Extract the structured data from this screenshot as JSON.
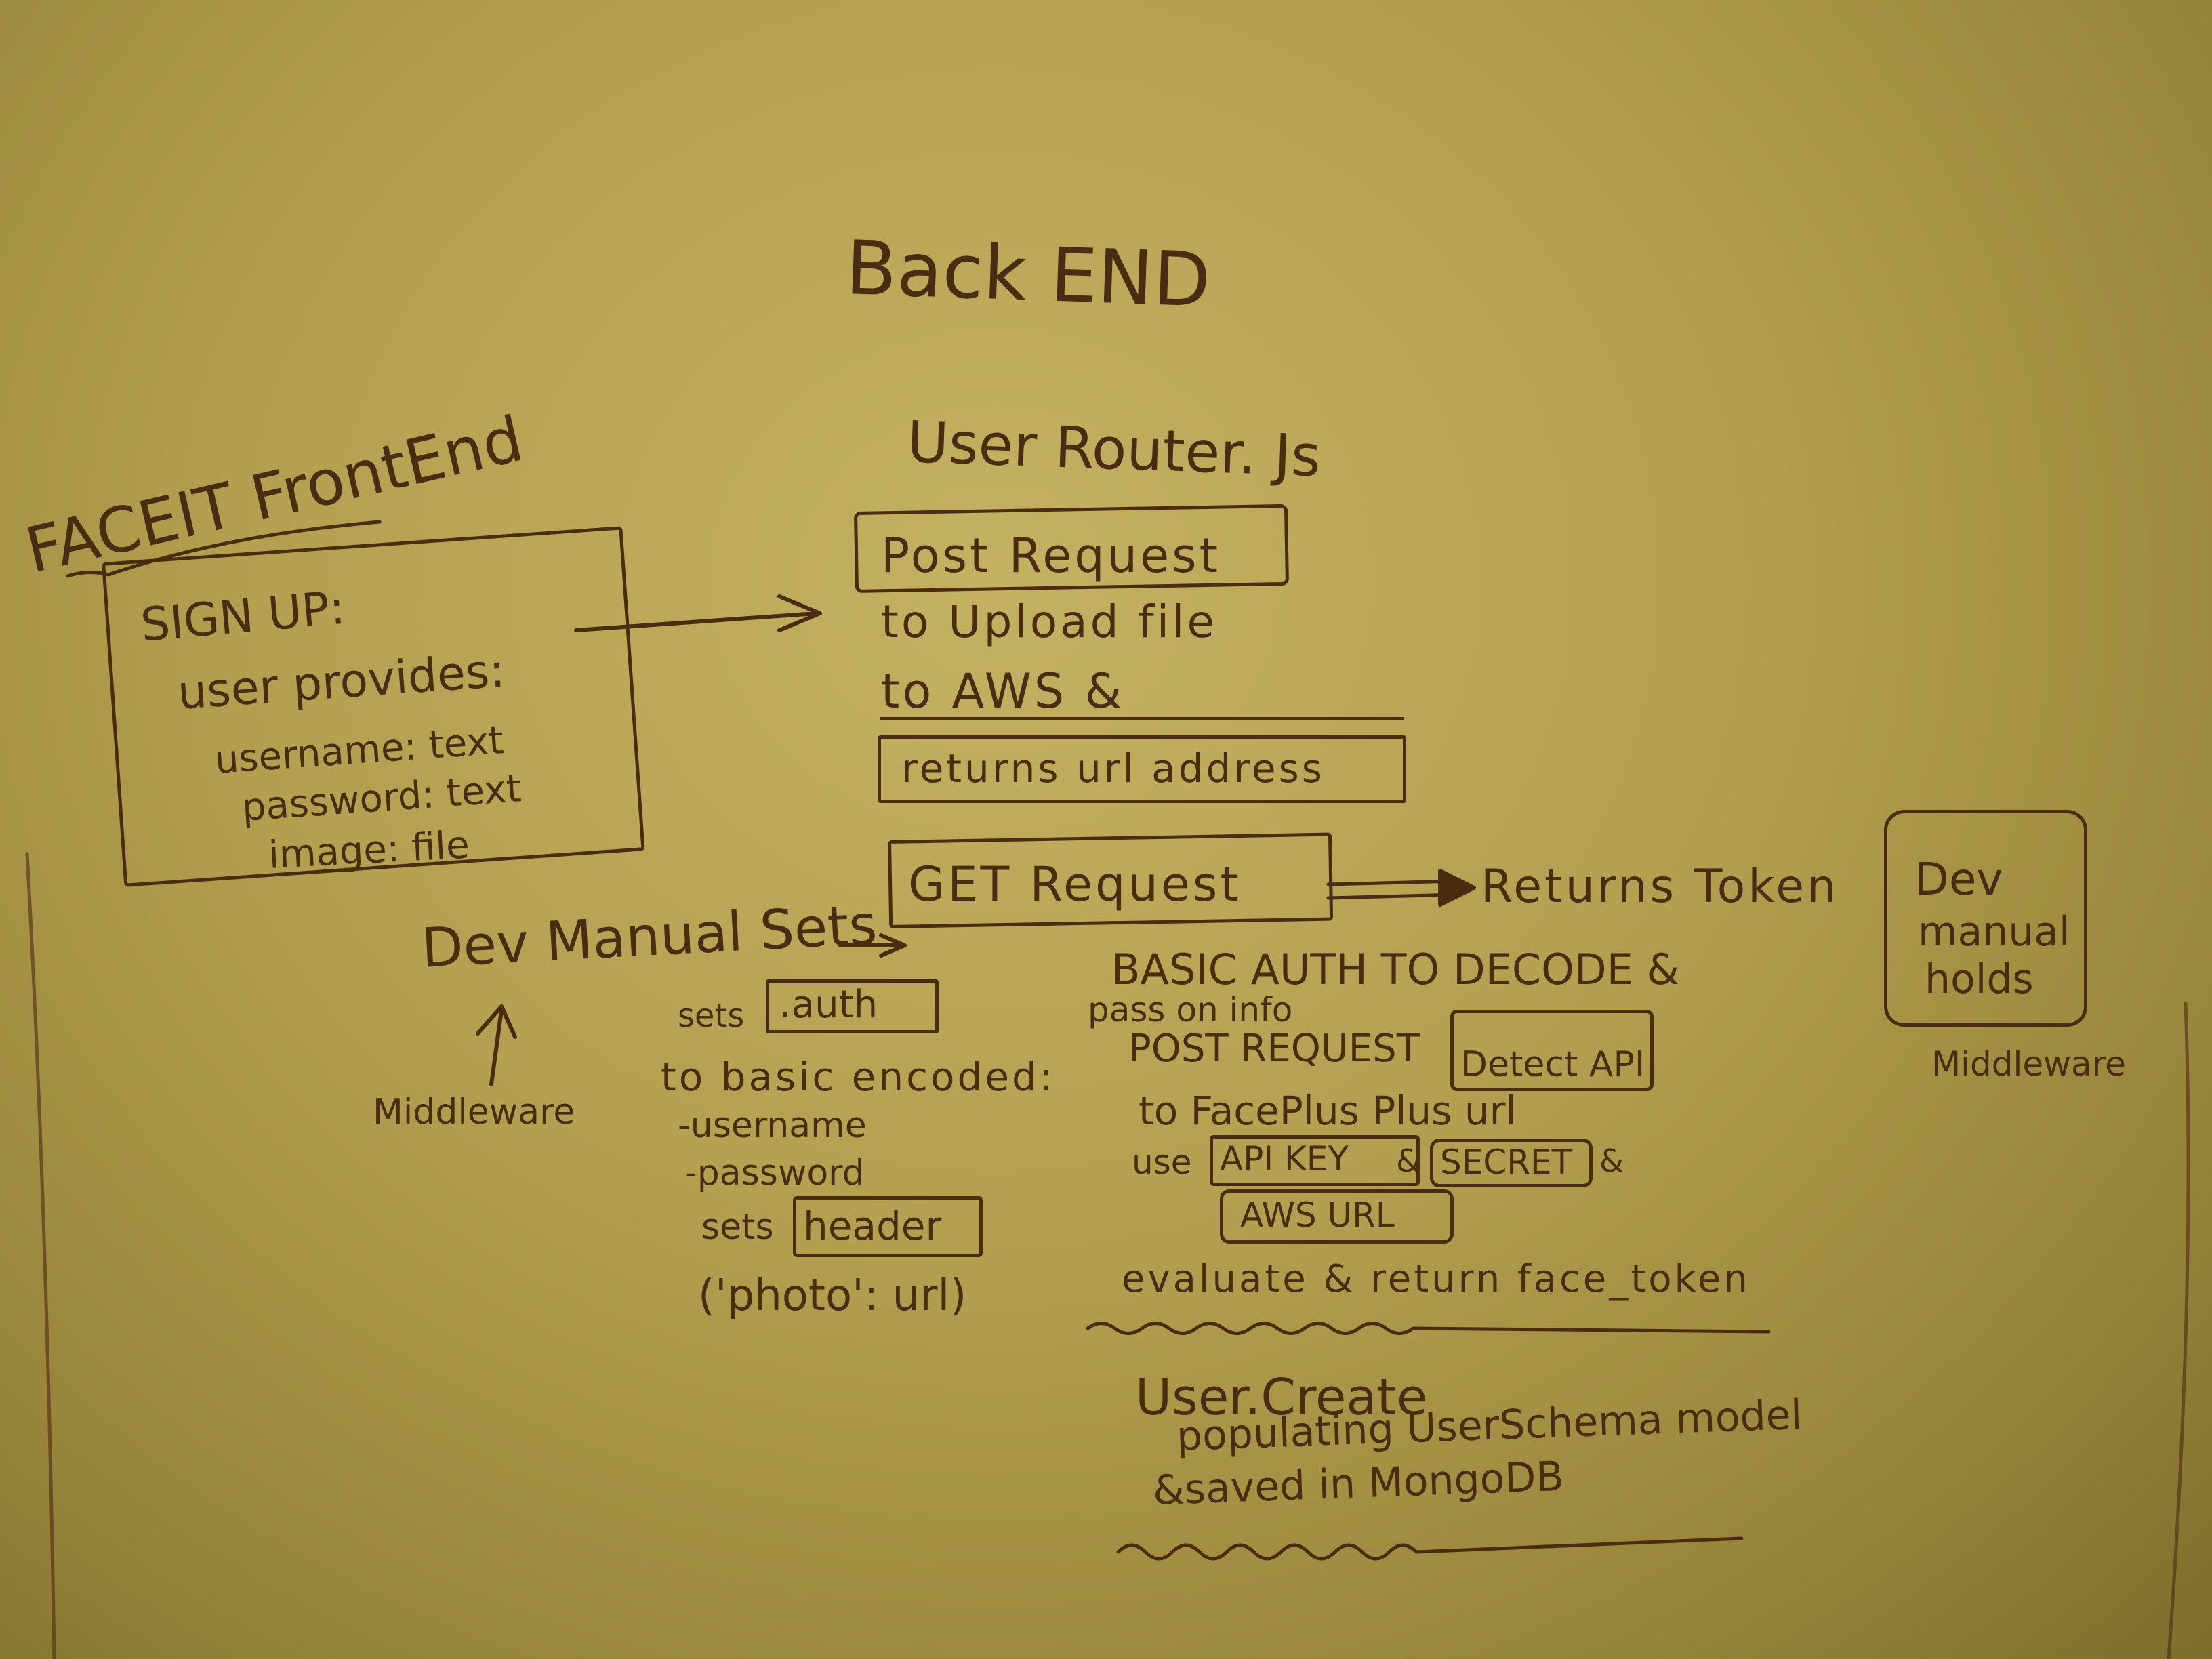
{
  "title": "Back END",
  "frontend": {
    "heading": "FACEIT FrontEnd",
    "signup_title": "SIGN UP:",
    "user_provides": "user provides:",
    "fields": [
      "username: text",
      "password: text",
      "image: file"
    ]
  },
  "router": {
    "filename": "User Router. Js",
    "post_request": "Post Request",
    "upload_line1": "to Upload file",
    "upload_line2": "to AWS &",
    "returns_url": "returns url address",
    "get_request": "GET Request",
    "returns_token": "Returns Token"
  },
  "dev_manual_sets": {
    "label": "Dev Manual Sets",
    "arrow_label": "Middleware",
    "sets": "sets",
    "auth": ".auth",
    "to_basic_encoded": "to basic encoded:",
    "username": "-username",
    "password": "-password",
    "sets_header_prefix": "sets",
    "header": "header",
    "photo_url": "('photo': url)"
  },
  "basic_auth": {
    "heading": "BASIC AUTH TO DECODE &",
    "pass_on": "pass on info",
    "post_request": "POST REQUEST",
    "detect_api": "Detect API",
    "to_faceplus": "to FacePlus Plus url",
    "use": "use",
    "api_key": "API KEY",
    "amp1": "&",
    "secret": "SECRET",
    "amp2": "&",
    "aws_url": "AWS URL",
    "evaluate": "evaluate & return face_token"
  },
  "dev_manual_holds": {
    "lines": [
      "Dev",
      "manual",
      "holds"
    ],
    "caption": "Middleware"
  },
  "user_create": {
    "line1": "User.Create",
    "line2": "populating UserSchema model",
    "line3": "&saved in MongoDB"
  }
}
